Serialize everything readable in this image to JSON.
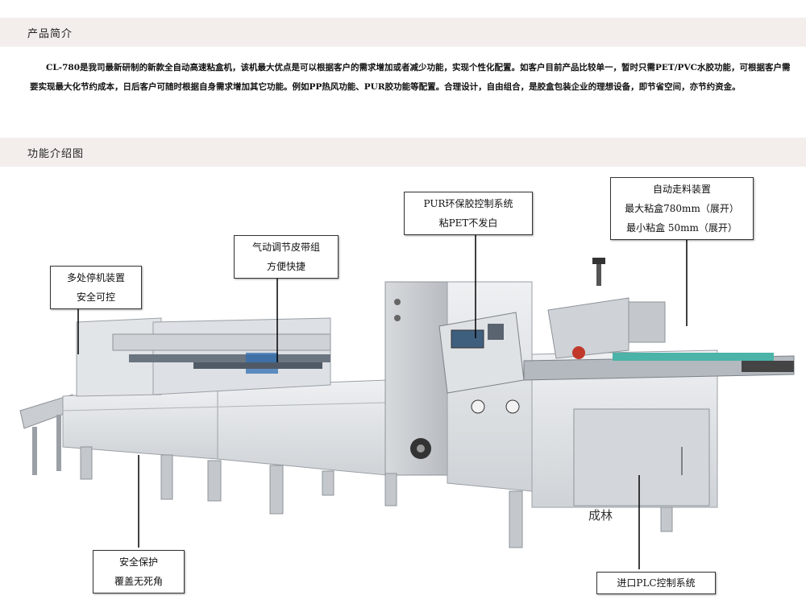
{
  "sections": {
    "intro_title": "产品简介",
    "feature_title": "功能介绍图"
  },
  "intro": {
    "paragraph": "CL-780是我司最新研制的新款全自动高速粘盒机，该机最大优点是可以根据客户的需求增加或者减少功能，实现个性化配置。如客户目前产品比较单一，暂时只需PET/PVC水胶功能，可根据客户需要实现最大化节约成本，日后客户可随时根据自身需求增加其它功能。例如PP热风功能、PUR胶功能等配置。合理设计，自由组合，是胶盒包装企业的理想设备，即节省空间，亦节约资金。"
  },
  "callouts": {
    "stop": {
      "line1": "多处停机装置",
      "line2": "安全可控"
    },
    "belt": {
      "line1": "气动调节皮带组",
      "line2": "方便快捷"
    },
    "pur": {
      "line1": "PUR环保胶控制系统",
      "line2": "粘PET不发白"
    },
    "feed": {
      "line1": "自动走料装置",
      "line2": "最大粘盒780mm（展开）",
      "line3": "最小粘盒 50mm（展开）"
    },
    "safe": {
      "line1": "安全保护",
      "line2": "覆盖无死角"
    },
    "plc": {
      "line1": "进口PLC控制系统"
    }
  },
  "machine": {
    "nameplate": "成林",
    "colors": {
      "body": "#e4e6e8",
      "shadow": "#b9bdc2",
      "accent_blue": "#2f6fb3",
      "accent_teal": "#4bb3a8"
    }
  }
}
